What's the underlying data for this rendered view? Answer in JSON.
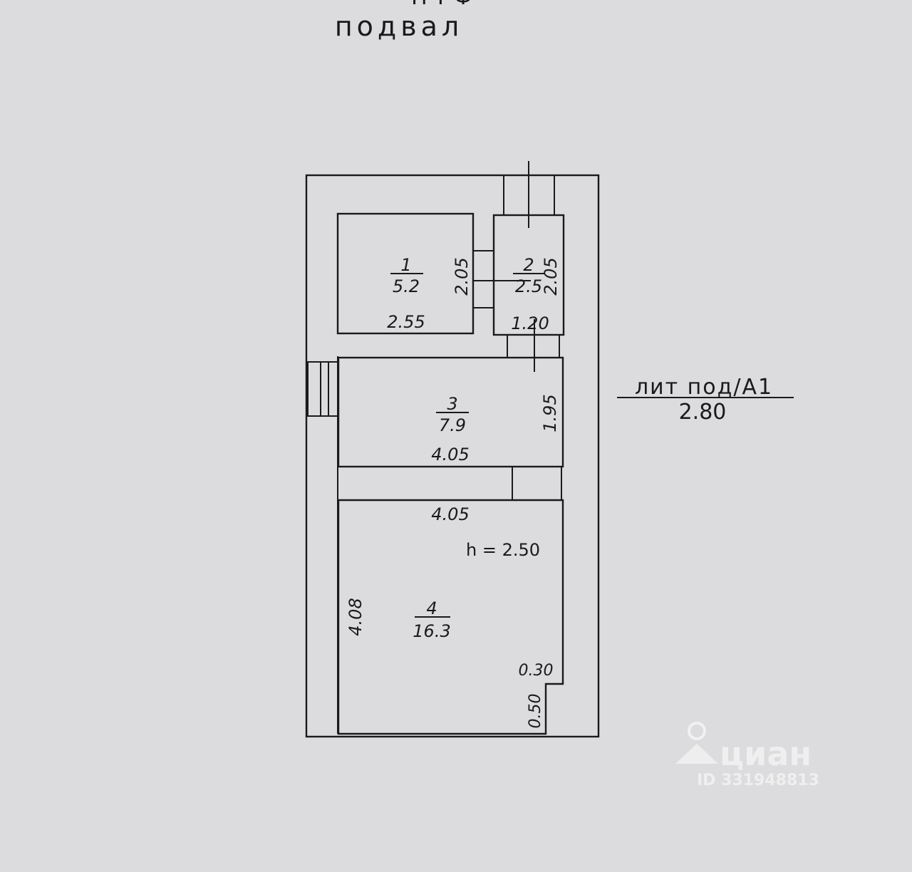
{
  "header": {
    "top_cut": "Н Т Ф",
    "title": "подвал"
  },
  "rooms": [
    {
      "number": "1",
      "area": "5.2",
      "dim_w": "2.55",
      "dim_h": "2.05"
    },
    {
      "number": "2",
      "area": "2.5",
      "dim_w": "1.20",
      "dim_h": "2.05"
    },
    {
      "number": "3",
      "area": "7.9",
      "dim_w": "4.05",
      "dim_h": "1.95"
    },
    {
      "number": "4",
      "area": "16.3",
      "dim_w": "4.05",
      "dim_h": "4.08",
      "dim_n1": "0.30",
      "dim_n2": "0.50"
    }
  ],
  "ceiling_height": "h = 2.50",
  "letter_label": {
    "name": "лит под/А1",
    "value": "2.80"
  },
  "watermark": {
    "brand": "циан",
    "id": "ID 331948813"
  },
  "colors": {
    "paper": "#dcdcde",
    "ink": "#1a1a1a"
  }
}
